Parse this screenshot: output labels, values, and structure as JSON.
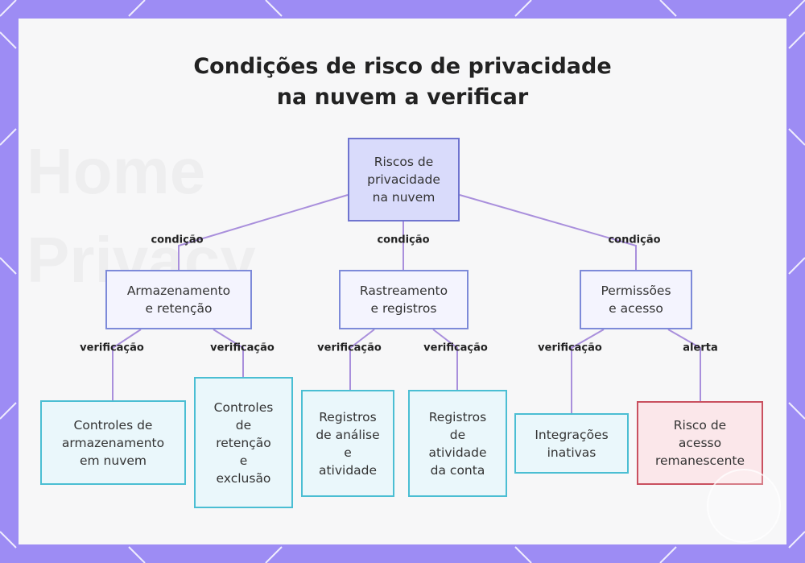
{
  "title": "Condições de risco de privacidade na nuvem a verificar",
  "nodes": {
    "root": "Riscos de\nprivacidade\nna nuvem",
    "storage": "Armazenamento\ne retenção",
    "tracking": "Rastreamento\ne registros",
    "permissions": "Permissões\ne acesso",
    "cloud_storage_controls": "Controles de\narmazenamento\nem nuvem",
    "retention_controls": "Controles\nde\nretenção\ne\nexclusão",
    "analytics_logs": "Registros\nde análise\ne\natividade",
    "account_logs": "Registros\nde\natividade\nda conta",
    "inactive_integrations": "Integrações\ninativas",
    "residual_access": "Risco de\nacesso\nremanescente"
  },
  "edge_labels": {
    "root_storage": "condição",
    "root_tracking": "condição",
    "root_permissions": "condição",
    "storage_cloud": "verificação",
    "storage_retention": "verificação",
    "tracking_analytics": "verificação",
    "tracking_account": "verificação",
    "permissions_integrations": "verificação",
    "permissions_residual": "alerta"
  },
  "colors": {
    "background": "#9d8cf4",
    "edge": "#a98fdc",
    "root_fill": "#d9dbfb",
    "leaf_border": "#4bbed3",
    "alert_border": "#c9505f"
  }
}
